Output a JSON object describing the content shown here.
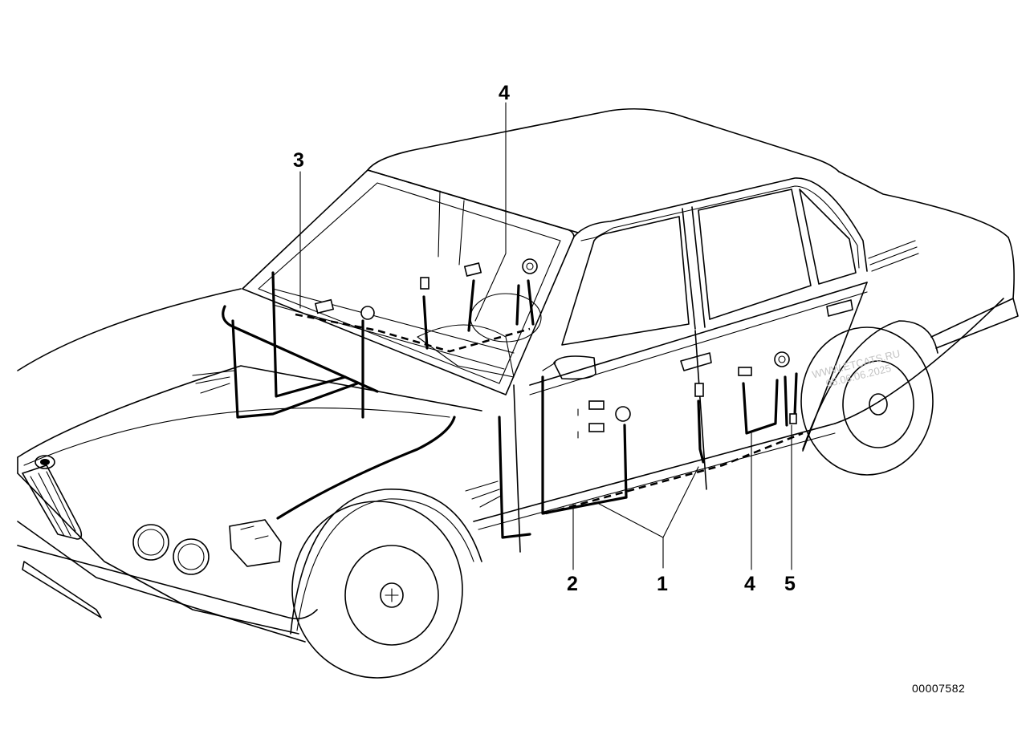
{
  "diagram": {
    "callouts": [
      {
        "id": "c1",
        "label": "1"
      },
      {
        "id": "c2",
        "label": "2"
      },
      {
        "id": "c3",
        "label": "3"
      },
      {
        "id": "c4a",
        "label": "4"
      },
      {
        "id": "c4b",
        "label": "4"
      },
      {
        "id": "c5",
        "label": "5"
      }
    ],
    "part_number": "00007582",
    "watermark": {
      "line1": "WWW.ETCATS.RU",
      "line2": "05.06.06.2025"
    }
  }
}
